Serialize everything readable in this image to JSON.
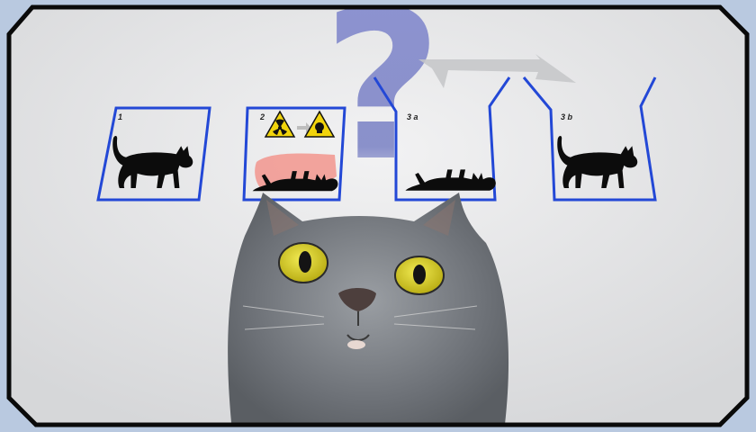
{
  "image": {
    "frame": {
      "border_color": "#0a0a0a",
      "inner_color": "#e2e3e5",
      "outer_color": "#b9c9e0"
    },
    "question_mark": {
      "glyph": "?",
      "color": "#7f86c6"
    },
    "box_color": "#2348d6",
    "panels": [
      {
        "label": "1",
        "content": "cat-walking-icon"
      },
      {
        "label": "2",
        "content": "radiation-warning-icon"
      },
      {
        "label": "3 a",
        "content": "cat-dead-icon"
      },
      {
        "label": "3 b",
        "content": "cat-walking-icon"
      }
    ],
    "photo": {
      "subject": "grey-cat-looking-up",
      "eye_color": "#d8cc1a",
      "fur_color": "#7d8187"
    }
  }
}
